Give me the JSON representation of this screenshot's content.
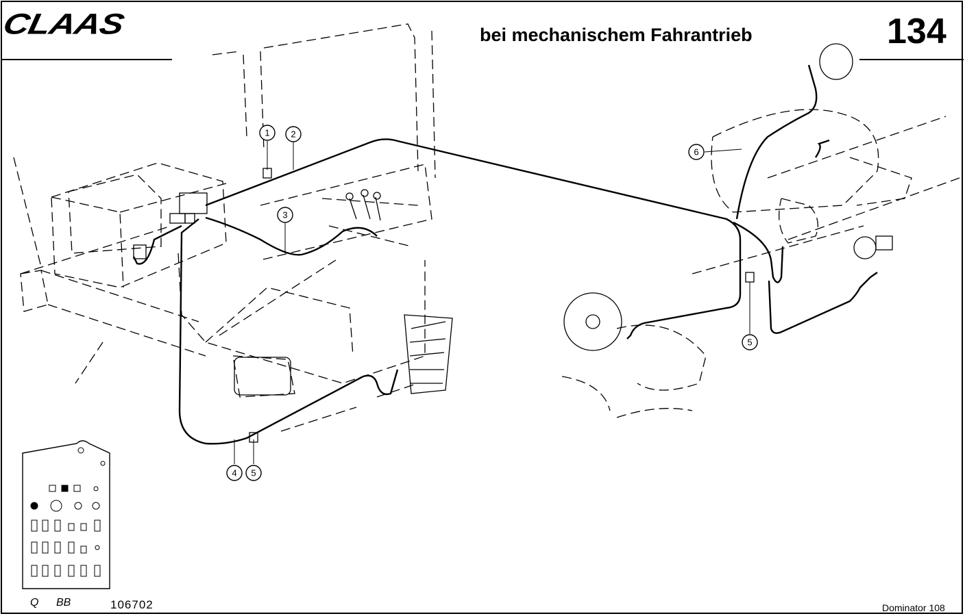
{
  "header": {
    "brand": "CLAAS",
    "title": "bei mechanischem Fahrantrieb",
    "page_number": "134"
  },
  "footer": {
    "code_q": "Q",
    "code_bb": "BB",
    "drawing_number": "106702",
    "model": "Dominator 108"
  },
  "callouts": [
    "1",
    "2",
    "3",
    "4",
    "5",
    "6",
    "5"
  ]
}
